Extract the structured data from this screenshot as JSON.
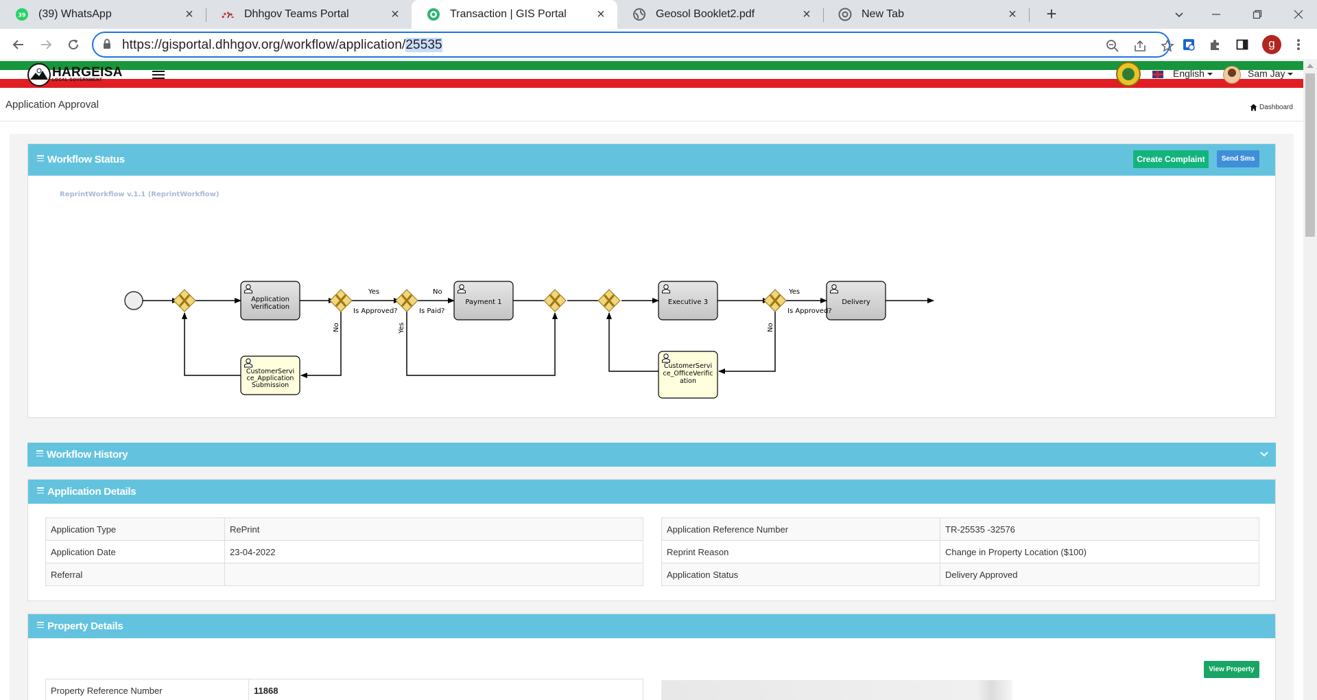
{
  "browser": {
    "tabs": [
      {
        "title": "(39) WhatsApp",
        "badge": "39"
      },
      {
        "title": "Dhhgov Teams Portal"
      },
      {
        "title": "Transaction | GIS Portal"
      },
      {
        "title": "Geosol Booklet2.pdf"
      },
      {
        "title": "New Tab"
      }
    ],
    "url_prefix": "https://gisportal.dhhgov.org/workflow/application/",
    "url_selected": "25535",
    "profile_initial": "g"
  },
  "header": {
    "logo_name": "HARGEISA",
    "logo_sub": "LOCAL GOVERNMENT",
    "language": "English",
    "user_name": "Sam Jay"
  },
  "page": {
    "title": "Application Approval",
    "breadcrumb": "Dashboard"
  },
  "workflow_status": {
    "title": "Workflow Status",
    "create_complaint": "Create Complaint",
    "send_sms": "Send Sms",
    "diagram_caption": "ReprintWorkflow v.1.1 (ReprintWorkflow)",
    "tasks": {
      "verification": [
        "Application",
        "Verification"
      ],
      "payment": "Payment 1",
      "executive": "Executive 3",
      "delivery": "Delivery",
      "submission": [
        "CustomerServi",
        "ce_Application",
        "Submission"
      ],
      "office": [
        "CustomerServi",
        "ce_OfficeVerific",
        "ation"
      ]
    },
    "labels": {
      "yes": "Yes",
      "no": "No",
      "is_approved": "Is Approved?",
      "is_paid": "Is Paid?"
    },
    "colors": {
      "task": "#d6d6d6",
      "user_task": "#ffffde",
      "gateway": "#f2d57c"
    }
  },
  "workflow_history": {
    "title": "Workflow History"
  },
  "application_details": {
    "title": "Application Details",
    "left": [
      {
        "label": "Application Type",
        "value": "RePrint"
      },
      {
        "label": "Application Date",
        "value": "23-04-2022"
      },
      {
        "label": "Referral",
        "value": ""
      }
    ],
    "right": [
      {
        "label": "Application Reference Number",
        "value": "TR-25535 -32576"
      },
      {
        "label": "Reprint Reason",
        "value": "Change in Property Location ($100)"
      },
      {
        "label": "Application Status",
        "value": "Delivery Approved"
      }
    ]
  },
  "property_details": {
    "title": "Property Details",
    "view_property": "View Property",
    "rows": [
      {
        "label": "Property Reference Number",
        "value": "11868"
      }
    ]
  },
  "theme": {
    "panel_header": "#63c3de",
    "complaint_btn": "#13b47b",
    "sms_btn": "#3f8fd8",
    "view_property_btn": "#19a565"
  }
}
